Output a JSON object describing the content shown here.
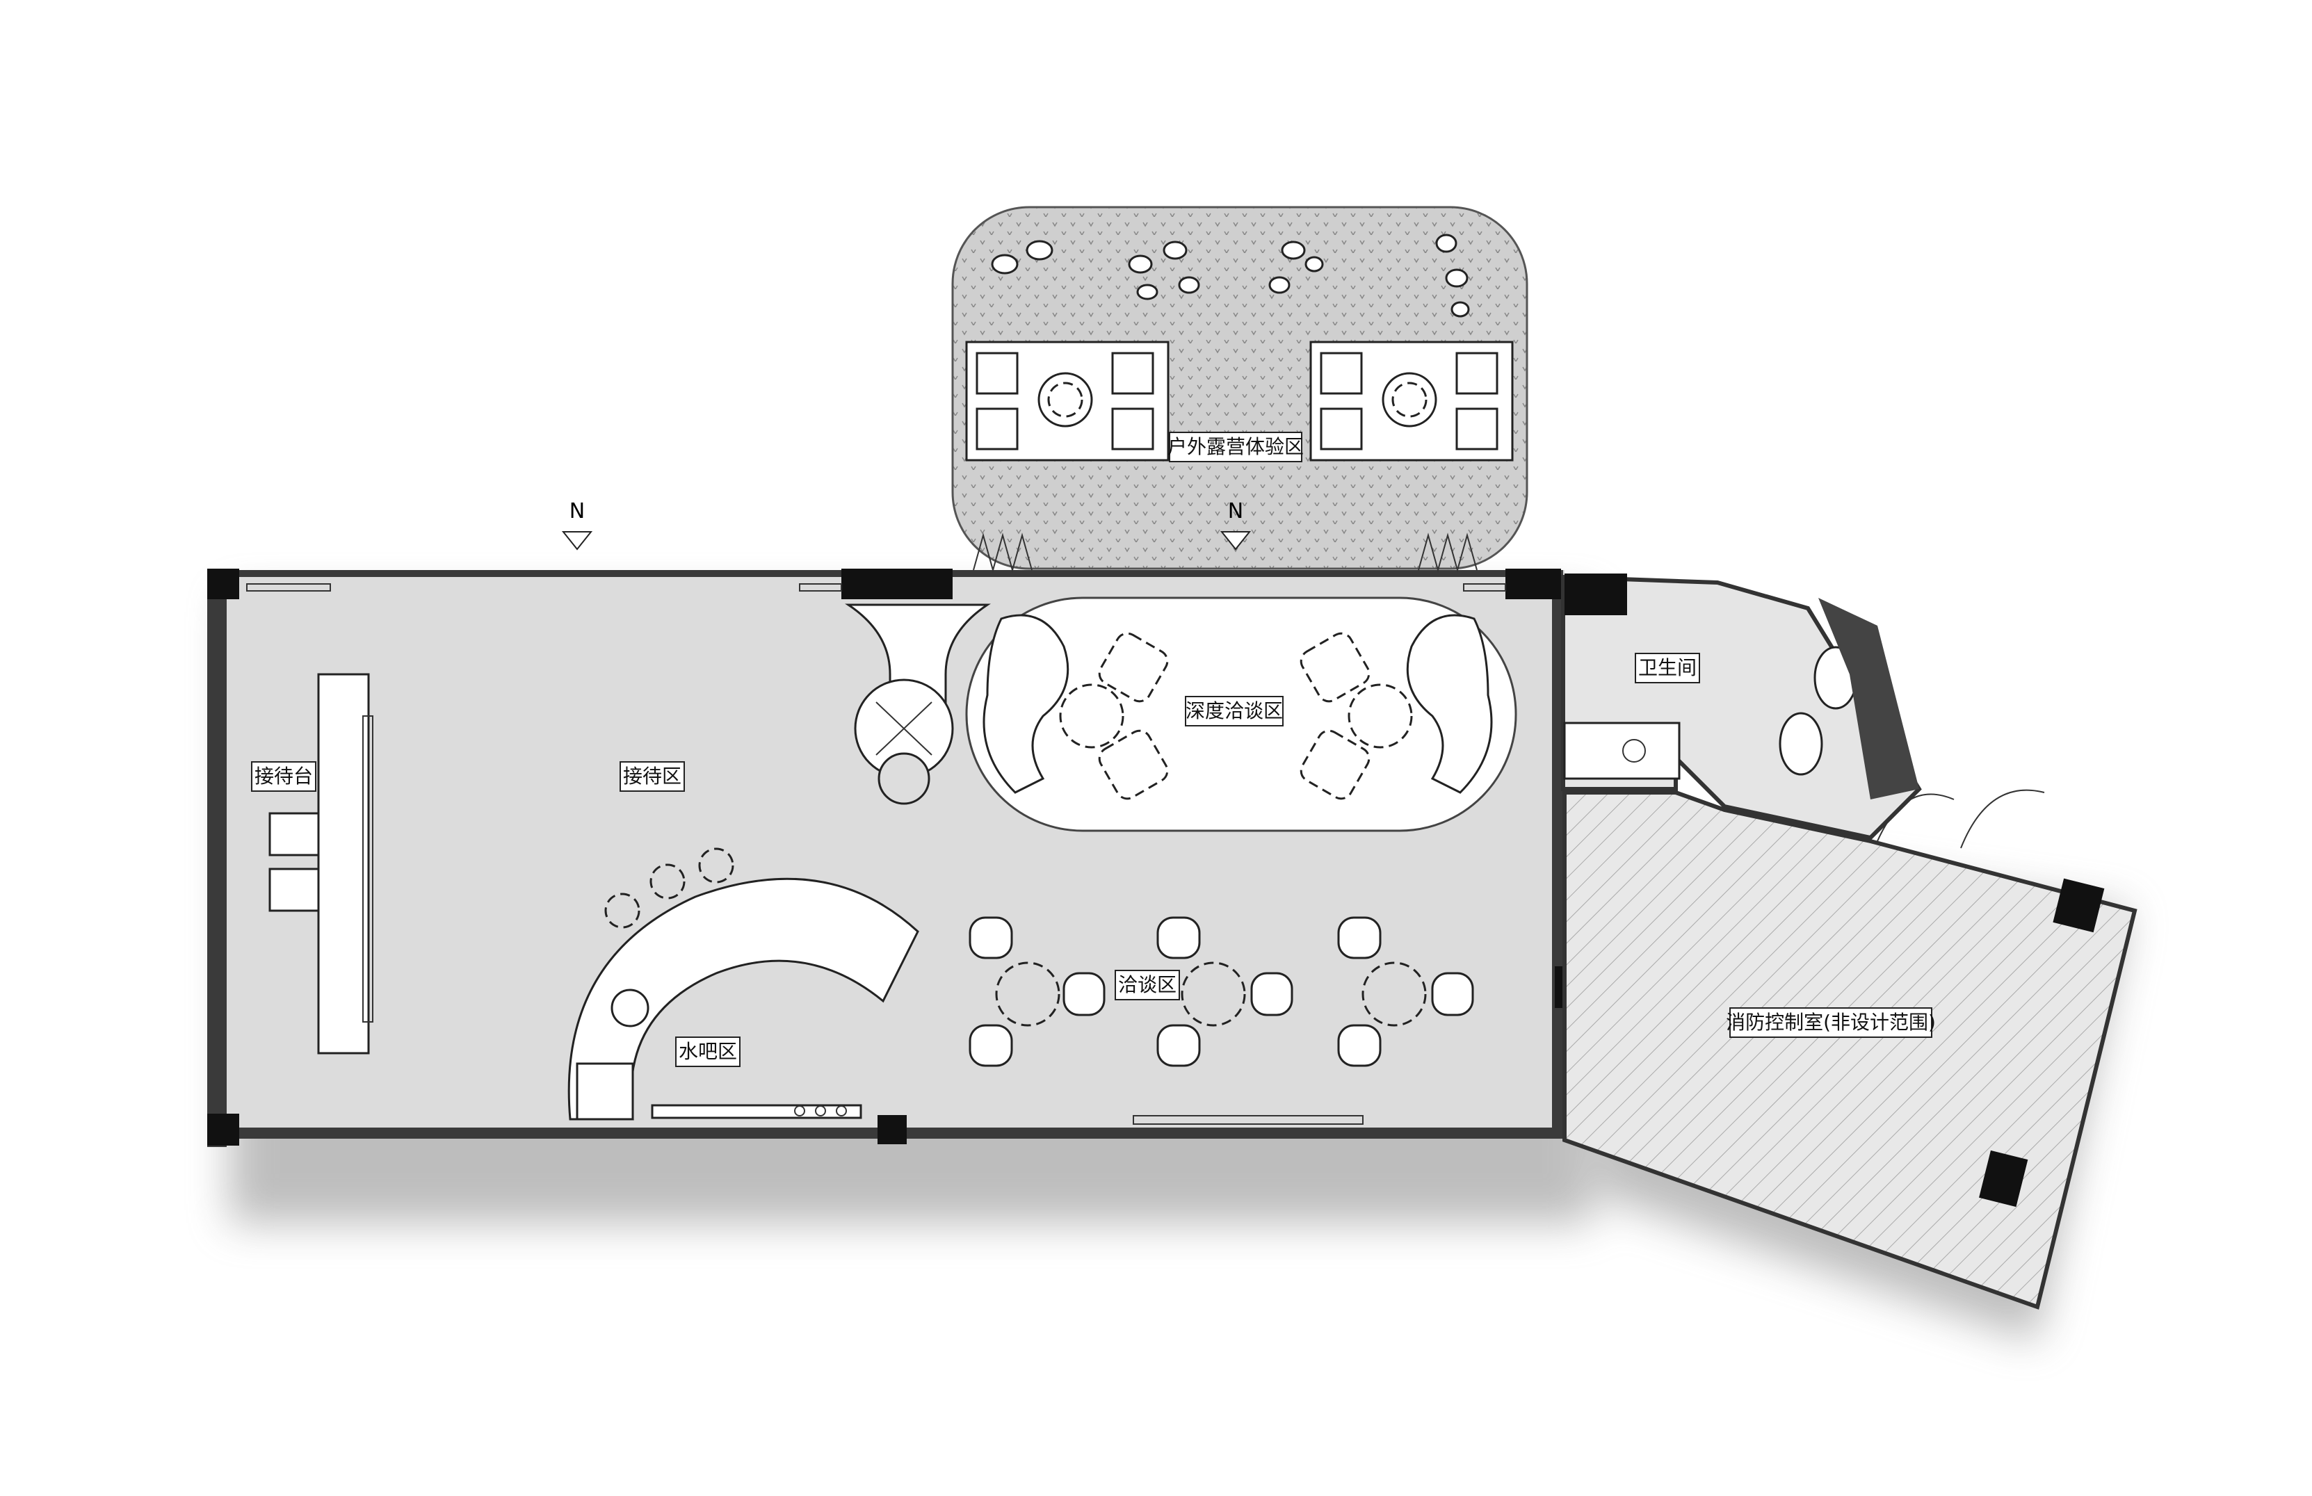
{
  "plan": {
    "zones": [
      {
        "id": "outdoor-camping",
        "label": "户外露营体验区"
      },
      {
        "id": "reception-desk",
        "label": "接待台"
      },
      {
        "id": "reception-area",
        "label": "接待区"
      },
      {
        "id": "deep-negotiation",
        "label": "深度洽谈区"
      },
      {
        "id": "negotiation",
        "label": "洽谈区"
      },
      {
        "id": "water-bar",
        "label": "水吧区"
      },
      {
        "id": "restroom",
        "label": "卫生间"
      },
      {
        "id": "fire-control",
        "label": "消防控制室(非设计范围)"
      }
    ],
    "north_marks": [
      "N",
      "N"
    ],
    "colors": {
      "floor": "#dcdcdc",
      "outdoor": "#cfcfcf",
      "wall": "#3a3a3a",
      "shadow": "#9a9a9a"
    }
  }
}
